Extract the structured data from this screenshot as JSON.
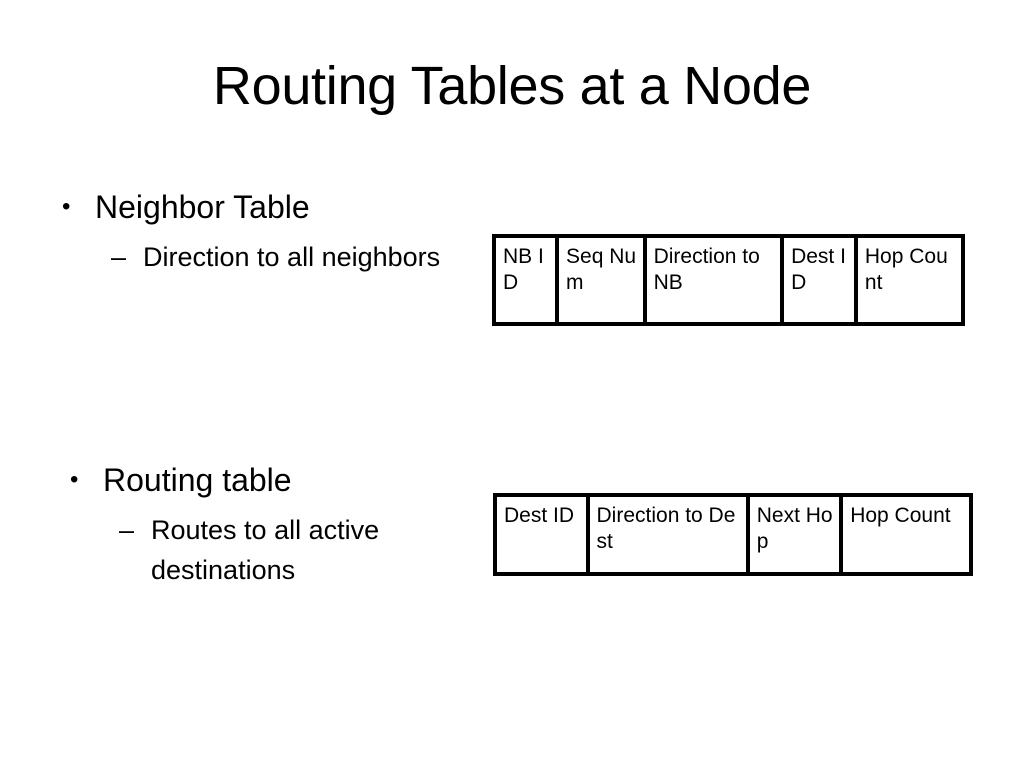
{
  "slide": {
    "title": "Routing Tables at a Node",
    "background_color": "#ffffff",
    "text_color": "#000000"
  },
  "bullets": [
    {
      "marker": "•",
      "label": "Neighbor Table",
      "sub": [
        {
          "marker": "–",
          "label": "Direction to all neighbors"
        }
      ]
    },
    {
      "marker": "•",
      "label": "Routing table",
      "sub": [
        {
          "marker": "–",
          "label": "Routes to all active destinations"
        }
      ]
    }
  ],
  "tables": {
    "neighbor": {
      "name": "Neighbor Table",
      "fields": [
        {
          "label": "NB ID"
        },
        {
          "label": "Seq Num"
        },
        {
          "label": "Direction to NB"
        },
        {
          "label": "Dest ID"
        },
        {
          "label": "Hop Count"
        }
      ]
    },
    "routing": {
      "name": "Routing Table",
      "fields": [
        {
          "label": "Dest ID"
        },
        {
          "label": "Direction to Dest"
        },
        {
          "label": "Next Hop"
        },
        {
          "label": "Hop Count"
        }
      ]
    }
  }
}
